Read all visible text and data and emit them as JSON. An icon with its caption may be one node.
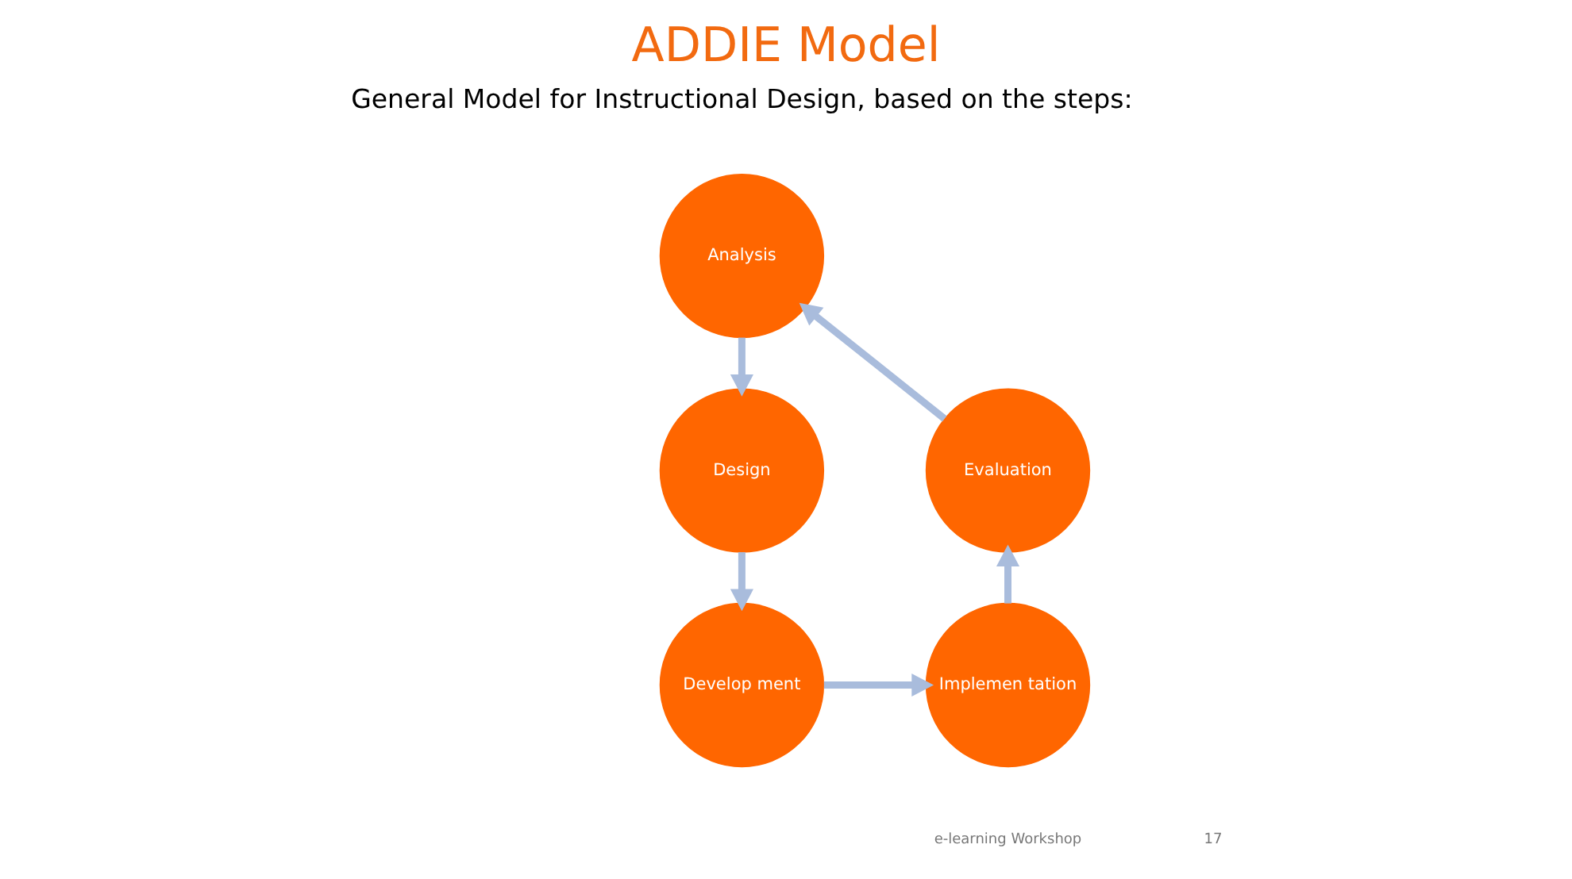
{
  "diagram": {
    "title": "ADDIE Model",
    "nodes": [
      {
        "text": [
          "Analysis"
        ]
      },
      {
        "text": [
          "Design"
        ]
      },
      {
        "text": [
          "Develop ment"
        ]
      },
      {
        "text": [
          "Implemen tation"
        ]
      },
      {
        "text": [
          "Evaluation"
        ]
      }
    ],
    "edges": [
      {
        "from": 0,
        "to": 1,
        "arrow": "to"
      },
      {
        "from": 1,
        "to": 2,
        "arrow": "to"
      },
      {
        "from": 2,
        "to": 3,
        "arrow": "to"
      },
      {
        "from": 3,
        "to": 4,
        "arrow": "to"
      },
      {
        "from": 4,
        "to": 0,
        "arrow": "to"
      }
    ],
    "labels": [
      "General Model for Instructional Design, based on the steps:",
      "e-learning Workshop",
      "17"
    ]
  }
}
